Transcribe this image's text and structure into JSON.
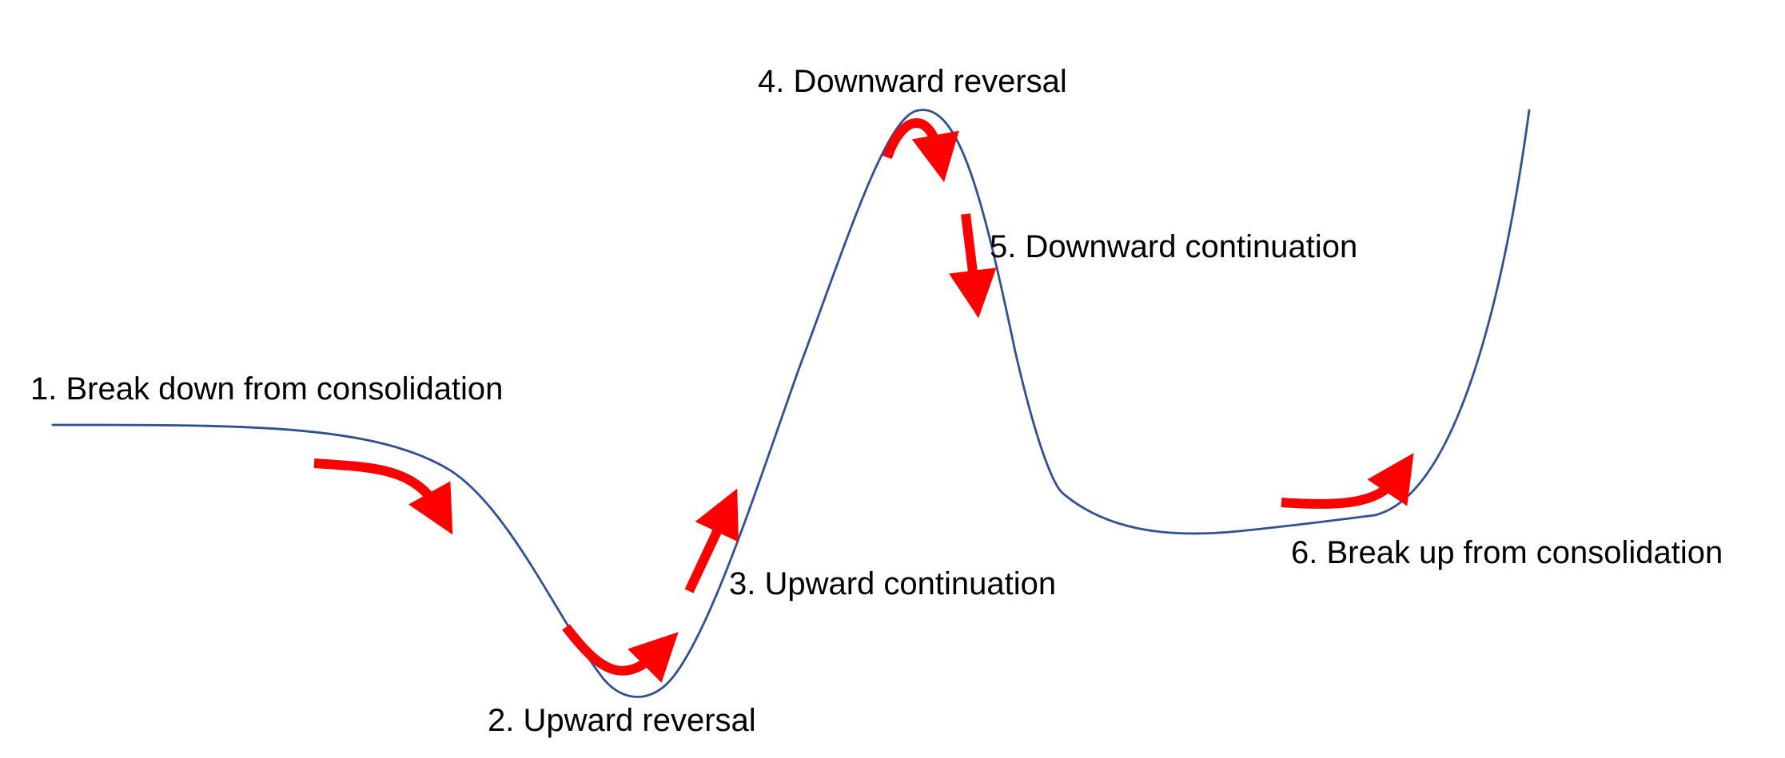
{
  "colors": {
    "background": "#ffffff",
    "curve": "#2f4f96",
    "arrow": "#ff0000",
    "text": "#000000"
  },
  "labels": {
    "break_down": "1. Break down from consolidation",
    "upward_reversal": "2. Upward reversal",
    "upward_continuation": "3. Upward continuation",
    "downward_reversal": "4. Downward reversal",
    "downward_continuation": "5. Downward continuation",
    "break_up": "6. Break up from consolidation"
  }
}
